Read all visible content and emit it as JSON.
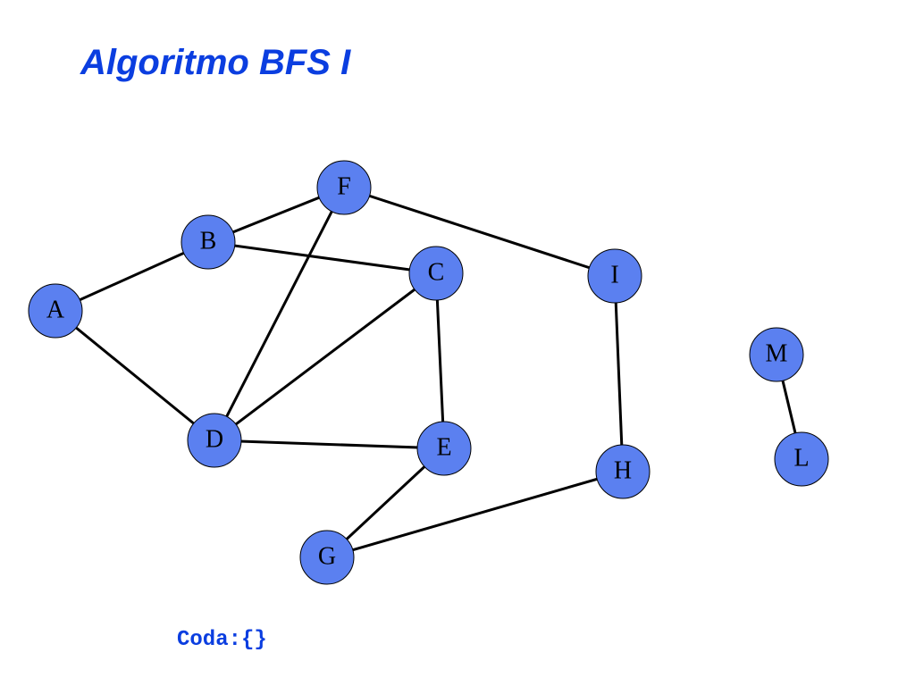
{
  "title": "Algoritmo BFS I",
  "colors": {
    "title": "#0b3ee0",
    "node_fill": "#5b80f0",
    "node_stroke": "#000000",
    "edge": "#000000",
    "queue_text": "#0b3ee0"
  },
  "graph": {
    "nodes": [
      {
        "id": "A",
        "label": "A"
      },
      {
        "id": "B",
        "label": "B"
      },
      {
        "id": "C",
        "label": "C"
      },
      {
        "id": "D",
        "label": "D"
      },
      {
        "id": "E",
        "label": "E"
      },
      {
        "id": "F",
        "label": "F"
      },
      {
        "id": "G",
        "label": "G"
      },
      {
        "id": "H",
        "label": "H"
      },
      {
        "id": "I",
        "label": "I"
      },
      {
        "id": "L",
        "label": "L"
      },
      {
        "id": "M",
        "label": "M"
      }
    ],
    "edges": [
      [
        "A",
        "B"
      ],
      [
        "A",
        "D"
      ],
      [
        "B",
        "F"
      ],
      [
        "B",
        "C"
      ],
      [
        "F",
        "D"
      ],
      [
        "F",
        "I"
      ],
      [
        "C",
        "D"
      ],
      [
        "C",
        "E"
      ],
      [
        "D",
        "E"
      ],
      [
        "E",
        "G"
      ],
      [
        "G",
        "H"
      ],
      [
        "I",
        "H"
      ],
      [
        "M",
        "L"
      ]
    ]
  },
  "queue": {
    "label": "Coda:",
    "value": "{}"
  }
}
